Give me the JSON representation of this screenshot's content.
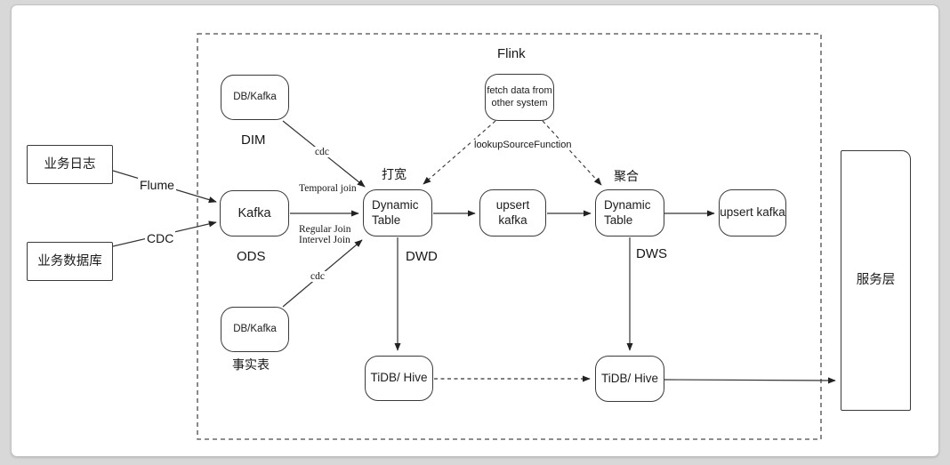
{
  "diagram": {
    "frame": {
      "flink_title": "Flink"
    },
    "sources": {
      "business_log": "业务日志",
      "business_db": "业务数据库",
      "flume_label": "Flume",
      "cdc_label": "CDC"
    },
    "nodes": {
      "dim_db_kafka": "DB/Kafka",
      "kafka": "Kafka",
      "fact_db_kafka": "DB/Kafka",
      "dynamic_table_1": "Dynamic Table",
      "upsert_kafka_1": "upsert kafka",
      "fetch_data": "fetch data from other system",
      "dynamic_table_2": "Dynamic Table",
      "upsert_kafka_2": "upsert kafka",
      "tidb_hive_1": "TiDB/ Hive",
      "tidb_hive_2": "TiDB/ Hive",
      "service_layer": "服务层"
    },
    "labels": {
      "dim": "DIM",
      "ods": "ODS",
      "fact_table": "事实表",
      "widen": "打宽",
      "dwd": "DWD",
      "aggregate": "聚合",
      "dws": "DWS",
      "cdc_dim": "cdc",
      "cdc_fact": "cdc",
      "temporal_join": "Temporal join",
      "regular_join": "Regular Join",
      "intervel_join": "Intervel Join",
      "lookup_source": "lookupSourceFunction"
    },
    "colors": {
      "line": "#333333",
      "border": "#3a3a3a",
      "card_bg": "#ffffff",
      "page_bg": "#d8d8d8"
    }
  }
}
